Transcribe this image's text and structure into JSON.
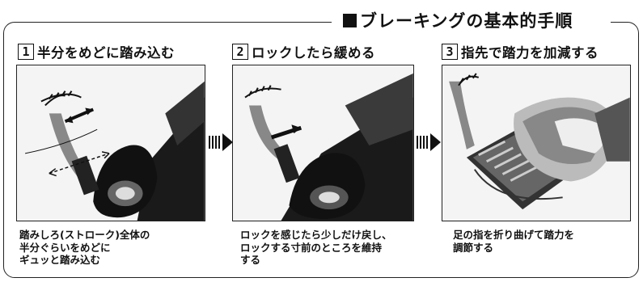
{
  "title": "ブレーキングの基本的手順",
  "steps": [
    {
      "number": "1",
      "title": "半分をめどに踏み込む",
      "caption": [
        "踏みしろ(ストローク)全体の",
        "半分ぐらいをめどに",
        "ギュッと踏み込む"
      ]
    },
    {
      "number": "2",
      "title": "ロックしたら緩める",
      "caption": [
        "ロックを感じたら少しだけ戻し、",
        "ロックする寸前のところを維持",
        "する"
      ]
    },
    {
      "number": "3",
      "title": "指先で踏力を加減する",
      "caption": [
        "足の指を折り曲げて踏力を",
        "調節する"
      ]
    }
  ]
}
